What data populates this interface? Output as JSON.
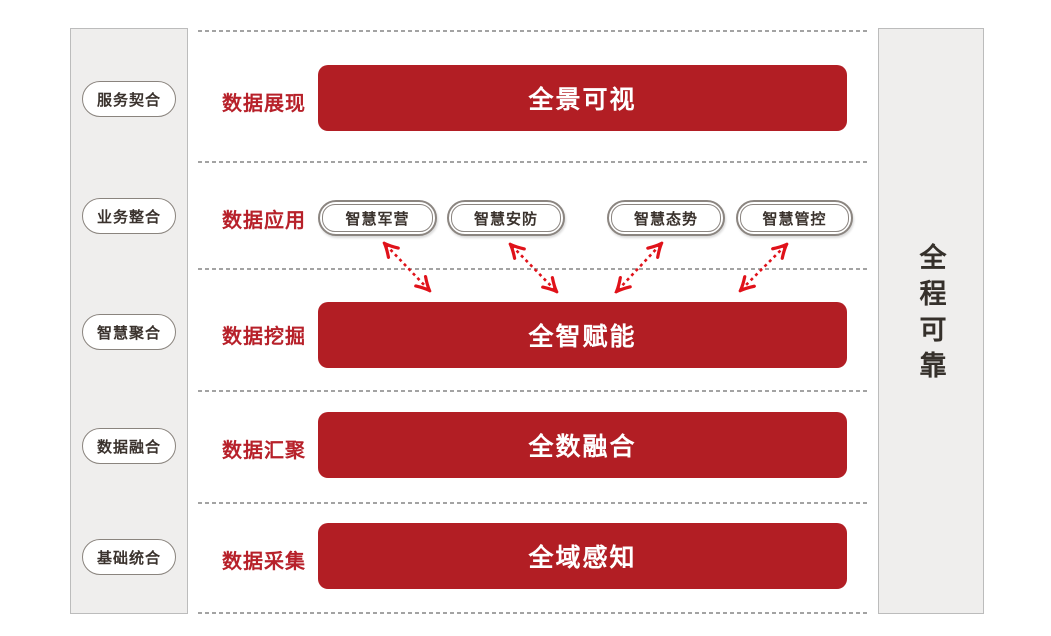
{
  "left_panel": {
    "items": [
      "服务契合",
      "业务整合",
      "智慧聚合",
      "数据融合",
      "基础统合"
    ]
  },
  "right_panel": {
    "label": "全程可靠"
  },
  "rows": [
    {
      "label": "数据展现",
      "bar": "全景可视"
    },
    {
      "label": "数据应用",
      "apps": [
        "智慧军营",
        "智慧安防",
        "智慧态势",
        "智慧管控"
      ]
    },
    {
      "label": "数据挖掘",
      "bar": "全智赋能"
    },
    {
      "label": "数据汇聚",
      "bar": "全数融合"
    },
    {
      "label": "数据采集",
      "bar": "全域感知"
    }
  ],
  "colors": {
    "bar_red": "#b21e24",
    "label_red": "#b7212a",
    "arrow_red": "#e0121a",
    "panel_gray": "#efeeed",
    "divider_gray": "#a3a3a3"
  }
}
